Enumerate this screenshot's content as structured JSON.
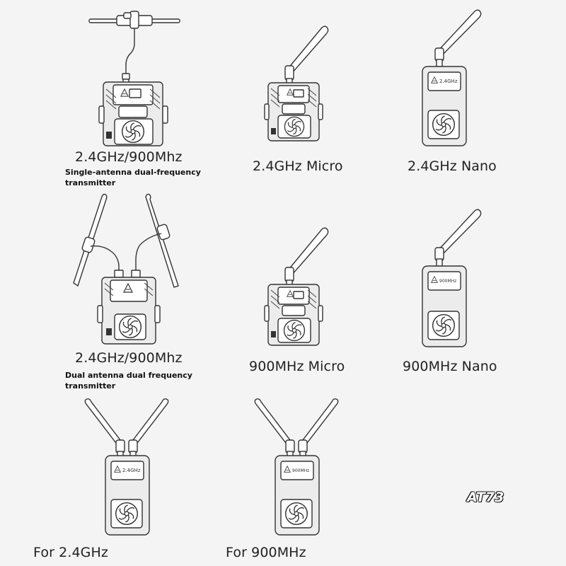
{
  "products": [
    {
      "label": "2.4GHz/900Mhz",
      "sublabel_line1": "Single-antenna dual-frequency",
      "sublabel_line2": "transmitter"
    },
    {
      "label": "2.4GHz Micro"
    },
    {
      "label": "2.4GHz Nano",
      "device_text": "2.4GHz"
    },
    {
      "label": "2.4GHz/900Mhz",
      "sublabel_line1": "Dual antenna dual frequency",
      "sublabel_line2": "transmitter"
    },
    {
      "label": "900MHz Micro"
    },
    {
      "label": "900MHz Nano",
      "device_text": "900MHz"
    },
    {
      "label": "For  2.4GHz",
      "device_text": "2.4GHz"
    },
    {
      "label": "For 900MHz",
      "device_text": "900MHz"
    }
  ],
  "watermark": "AT73",
  "icons": {
    "fan": "fan-icon",
    "antenna": "antenna-icon",
    "logo": "logo-icon"
  }
}
